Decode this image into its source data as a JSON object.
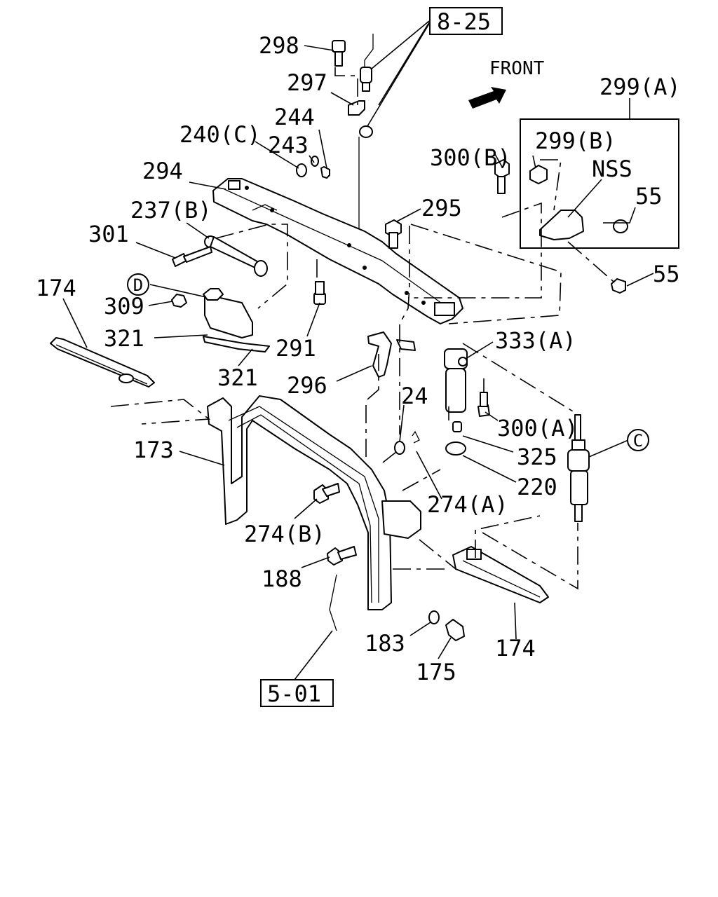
{
  "diagram": {
    "direction_label": "FRONT",
    "callouts": {
      "ref_8_25": "8-25",
      "ref_5_01": "5-01",
      "circle_c": "C",
      "circle_d": "D"
    },
    "labels": {
      "p298": "298",
      "p297": "297",
      "p244": "244",
      "p240c": "240(C)",
      "p243": "243",
      "p294": "294",
      "p237b": "237(B)",
      "p301": "301",
      "p309": "309",
      "p321a": "321",
      "p321b": "321",
      "p174a": "174",
      "p291": "291",
      "p295": "295",
      "p296": "296",
      "p299a": "299(A)",
      "p299b": "299(B)",
      "p300b": "300(B)",
      "nss": "NSS",
      "p55a": "55",
      "p55b": "55",
      "p333a": "333(A)",
      "p300a": "300(A)",
      "p325": "325",
      "p220": "220",
      "p24": "24",
      "p274a": "274(A)",
      "p274b": "274(B)",
      "p173": "173",
      "p188": "188",
      "p183": "183",
      "p175": "175",
      "p174b": "174"
    }
  }
}
